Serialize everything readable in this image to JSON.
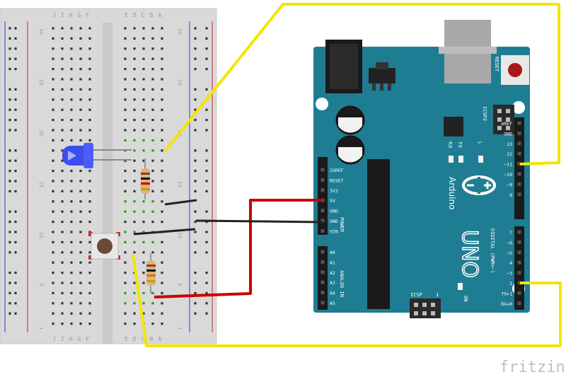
{
  "watermark": "fritzing",
  "breadboard": {
    "column_letters_left": [
      "J",
      "I",
      "H",
      "G",
      "F"
    ],
    "column_letters_right": [
      "E",
      "D",
      "C",
      "B",
      "A"
    ],
    "row_numbers": [
      "30",
      "25",
      "20",
      "15",
      "10",
      "5",
      "1"
    ]
  },
  "arduino": {
    "brand": "Arduino",
    "model": "UNO",
    "reset_label": "RESET",
    "icsp2_label": "ICSP2",
    "icsp_label": "ICSP",
    "icsp_pin": "1",
    "led_labels": [
      "RX",
      "TX",
      "L"
    ],
    "on_label": "ON",
    "power_header_label": "POWER",
    "power_pins": [
      "IOREF",
      "RESET",
      "3V3",
      "5V",
      "GND",
      "GND",
      "VIN"
    ],
    "analog_header_label": "ANALOG IN",
    "analog_pins": [
      "A0",
      "A1",
      "A2",
      "A3",
      "A4",
      "A5"
    ],
    "digital_header_label": "DIGITAL (PWM=~)",
    "digital_pins_top": [
      "AREF",
      "GND",
      "13",
      "12",
      "~11",
      "~10",
      "~9",
      "8"
    ],
    "digital_pins_bottom": [
      "7",
      "~6",
      "~5",
      "4",
      "~3",
      "2",
      "TX▸1",
      "RX◂0"
    ]
  },
  "colors": {
    "board": "#1f7d93",
    "breadboard": "#dcdcdc",
    "wire_yellow": "#f2e600",
    "wire_red": "#cc0000",
    "wire_black": "#222222",
    "led_blue": "#3b4cf0"
  }
}
